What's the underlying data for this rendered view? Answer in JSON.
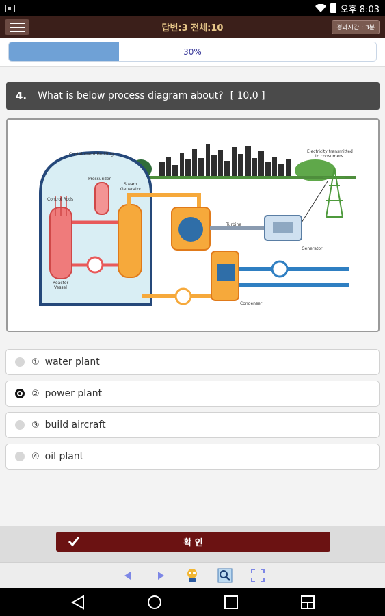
{
  "status_bar": {
    "time": "오후 8:03"
  },
  "header": {
    "title": "답변:3 전체:10",
    "elapsed_label": "경과시간 : 3분"
  },
  "progress": {
    "percent": 30,
    "label": "30%"
  },
  "question": {
    "number": "4.",
    "text": "What is below process diagram about?",
    "points": "[ 10,0 ]"
  },
  "diagram": {
    "labels": {
      "containment": "Containment Building",
      "pressurizer": "Pressurizer",
      "steam_gen_1": "Steam",
      "steam_gen_2": "Generator",
      "control_rods": "Control Rods",
      "reactor_1": "Reactor",
      "reactor_2": "Vessel",
      "turbine": "Turbine",
      "generator": "Generator",
      "condenser": "Condenser",
      "electricity_1": "Electricity transmitted",
      "electricity_2": "to consumers"
    }
  },
  "options": [
    {
      "num": "①",
      "text": "water plant",
      "selected": false
    },
    {
      "num": "②",
      "text": "power plant",
      "selected": true
    },
    {
      "num": "③",
      "text": "build aircraft",
      "selected": false
    },
    {
      "num": "④",
      "text": "oil plant",
      "selected": false
    }
  ],
  "confirm": {
    "label": "확 인"
  },
  "colors": {
    "header_bg": "#3b1f1a",
    "header_title": "#e8c88a",
    "confirm_bg": "#6b1212",
    "progress_fill": "#6fa1d6",
    "question_bg": "#4a4a4a"
  },
  "toolbar_icons": [
    "prev-arrow-icon",
    "next-arrow-icon",
    "mascot-icon",
    "zoom-search-icon",
    "fullscreen-icon"
  ],
  "nav_icons": [
    "back-icon",
    "home-icon",
    "recents-icon",
    "multiwindow-icon"
  ]
}
